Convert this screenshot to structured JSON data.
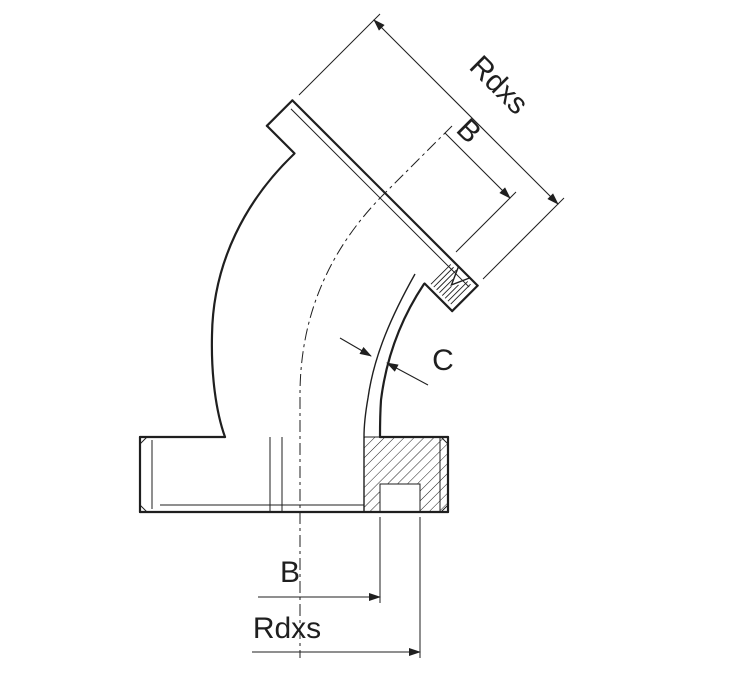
{
  "diagram": {
    "type": "technical-drawing",
    "description": "45-degree flanged elbow pipe fitting shown in half section with dimension callouts",
    "colors": {
      "line": "#1f1f1f",
      "background": "#ffffff"
    },
    "dimensions": {
      "rdxs_top": "Rdxs",
      "b_top": "B",
      "c_wall": "C",
      "b_bottom": "B",
      "rdxs_bottom": "Rdxs"
    }
  }
}
